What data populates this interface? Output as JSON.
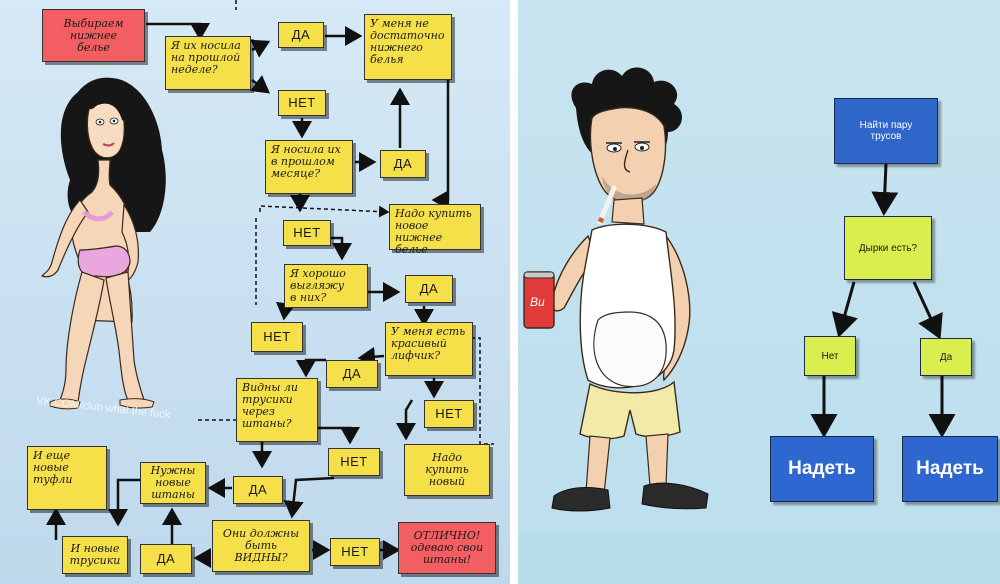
{
  "flowchart_left": {
    "nodes": {
      "start": "Выбираем\nнижнее\nбелье",
      "q_last_week": "Я их носила\nна прошлой\nнеделе?",
      "yes_1": "ДА",
      "no_1": "НЕТ",
      "not_enough": "У меня не\nдостаточно\nнижнего\nбелья",
      "q_last_month": "Я носила их\nв прошлом\nмесяце?",
      "yes_2": "ДА",
      "must_buy": "Надо купить\nновое нижнее\nбелье",
      "no_2": "НЕТ",
      "q_look_good": "Я хорошо\nвыгляжу\nв них?",
      "yes_3": "ДА",
      "no_3": "НЕТ",
      "q_nice_bra": "У меня есть\nкрасивый\nлифчик?",
      "yes_4": "ДА",
      "no_4": "НЕТ",
      "q_visible": "Видны ли\nтрусики\nчерез\nштаны?",
      "buy_new": "Надо\nкупить\nновый",
      "new_shoes": "И еще\nновые\nтуфли",
      "q_need_new": "Нужны\nновые\nштаны",
      "no_5": "НЕТ",
      "yes_5": "ДА",
      "new_panties": "И новые\nтрусики",
      "yes_6": "ДА",
      "must_be_visible": "Они должны\nбыть\nВИДНЫ?",
      "no_6": "НЕТ",
      "great": "ОТЛИЧНО!\nодеваю свои\nштаны!"
    },
    "watermark": "VK.COM/club what the fuck"
  },
  "flowchart_right": {
    "start": "Найти пару\nтрусов",
    "question": "Дырки есть?",
    "no": "Нет",
    "yes": "Да",
    "result_no": "Надеть",
    "result_yes": "Надеть"
  },
  "illustration": {
    "can_label": "Bu"
  },
  "colors": {
    "note_yellow": "#f6e04a",
    "start_red": "#f35e63",
    "right_blue": "#2f66c9",
    "right_green": "#d9ef4d"
  }
}
